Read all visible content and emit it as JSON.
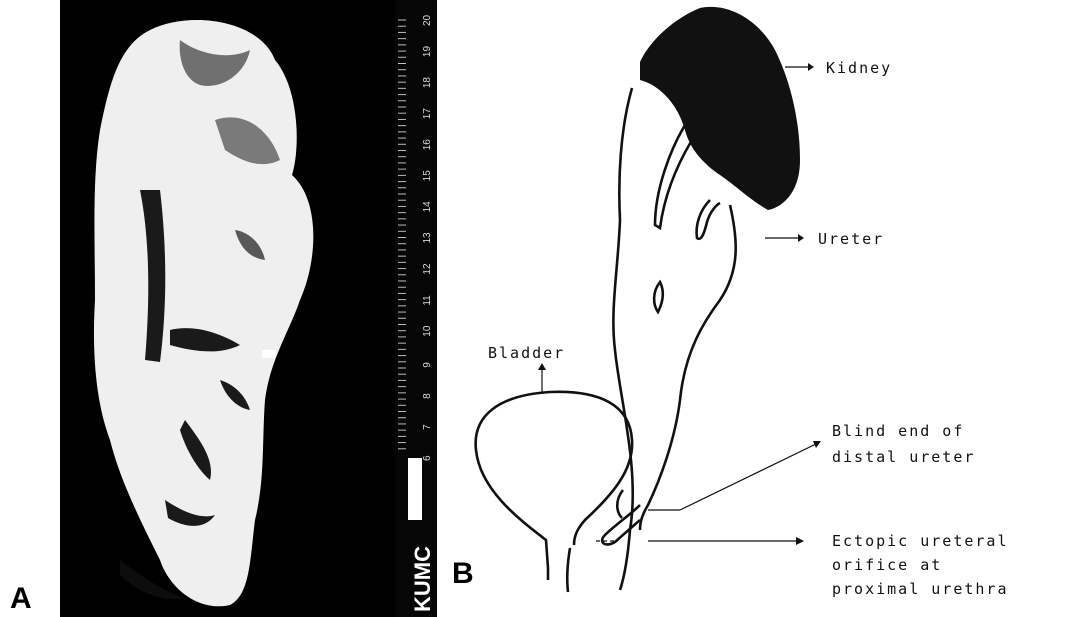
{
  "panel_a": {
    "letter": "A",
    "ruler_brand": "KUMC",
    "ruler_numbers": [
      "6",
      "7",
      "8",
      "9",
      "10",
      "11",
      "12",
      "13",
      "14",
      "15",
      "16",
      "17",
      "18",
      "19",
      "20"
    ]
  },
  "panel_b": {
    "letter": "B",
    "labels": {
      "kidney": "Kidney",
      "ureter": "Ureter",
      "bladder": "Bladder",
      "blind_end_1": "Blind end of",
      "blind_end_2": "distal ureter",
      "ectopic_1": "Ectopic ureteral",
      "ectopic_2": "orifice at",
      "ectopic_3": "proximal urethra"
    }
  },
  "colors": {
    "background": "#ffffff",
    "photo_bg": "#000000",
    "specimen": "#f2f2f2",
    "ink": "#111111"
  }
}
